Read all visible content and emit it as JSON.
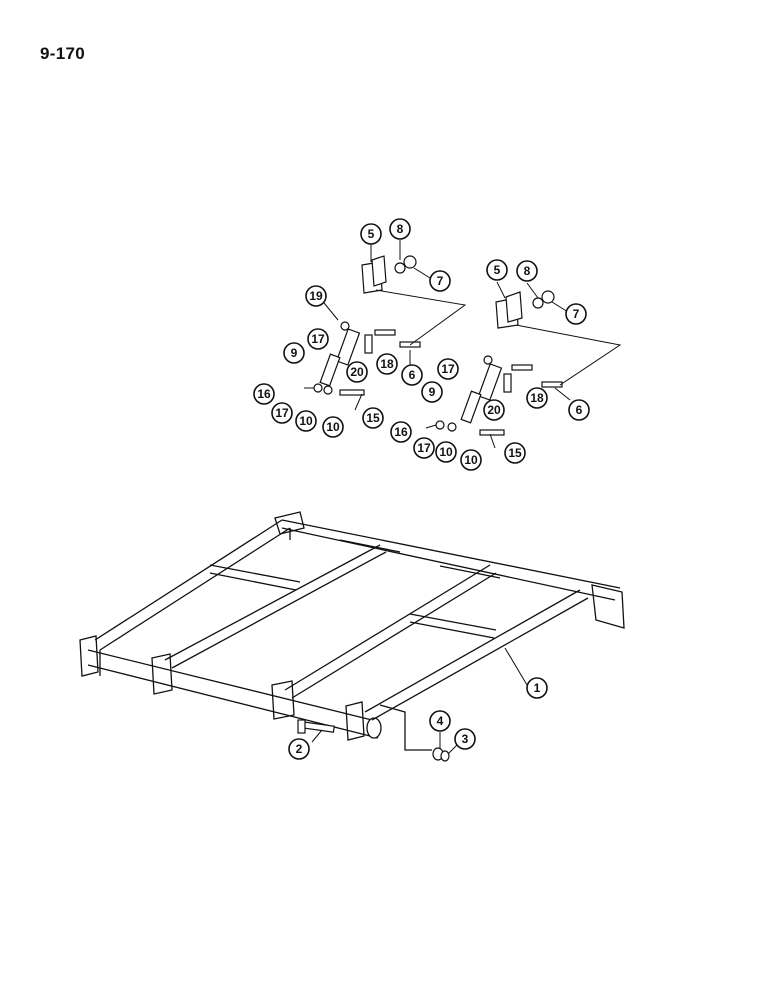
{
  "page_number": "9-170",
  "callouts": [
    {
      "id": "c1",
      "label": "1"
    },
    {
      "id": "c2",
      "label": "2"
    },
    {
      "id": "c3",
      "label": "3"
    },
    {
      "id": "c4",
      "label": "4"
    },
    {
      "id": "c5a",
      "label": "5"
    },
    {
      "id": "c5b",
      "label": "5"
    },
    {
      "id": "c6a",
      "label": "6"
    },
    {
      "id": "c6b",
      "label": "6"
    },
    {
      "id": "c7a",
      "label": "7"
    },
    {
      "id": "c7b",
      "label": "7"
    },
    {
      "id": "c8a",
      "label": "8"
    },
    {
      "id": "c8b",
      "label": "8"
    },
    {
      "id": "c9a",
      "label": "9"
    },
    {
      "id": "c9b",
      "label": "9"
    },
    {
      "id": "c10a",
      "label": "10"
    },
    {
      "id": "c10b",
      "label": "10"
    },
    {
      "id": "c10c",
      "label": "10"
    },
    {
      "id": "c10d",
      "label": "10"
    },
    {
      "id": "c15a",
      "label": "15"
    },
    {
      "id": "c15b",
      "label": "15"
    },
    {
      "id": "c16a",
      "label": "16"
    },
    {
      "id": "c16b",
      "label": "16"
    },
    {
      "id": "c17a",
      "label": "17"
    },
    {
      "id": "c17b",
      "label": "17"
    },
    {
      "id": "c17c",
      "label": "17"
    },
    {
      "id": "c17d",
      "label": "17"
    },
    {
      "id": "c18a",
      "label": "18"
    },
    {
      "id": "c18b",
      "label": "18"
    },
    {
      "id": "c19",
      "label": "19"
    },
    {
      "id": "c20a",
      "label": "20"
    },
    {
      "id": "c20b",
      "label": "20"
    }
  ]
}
